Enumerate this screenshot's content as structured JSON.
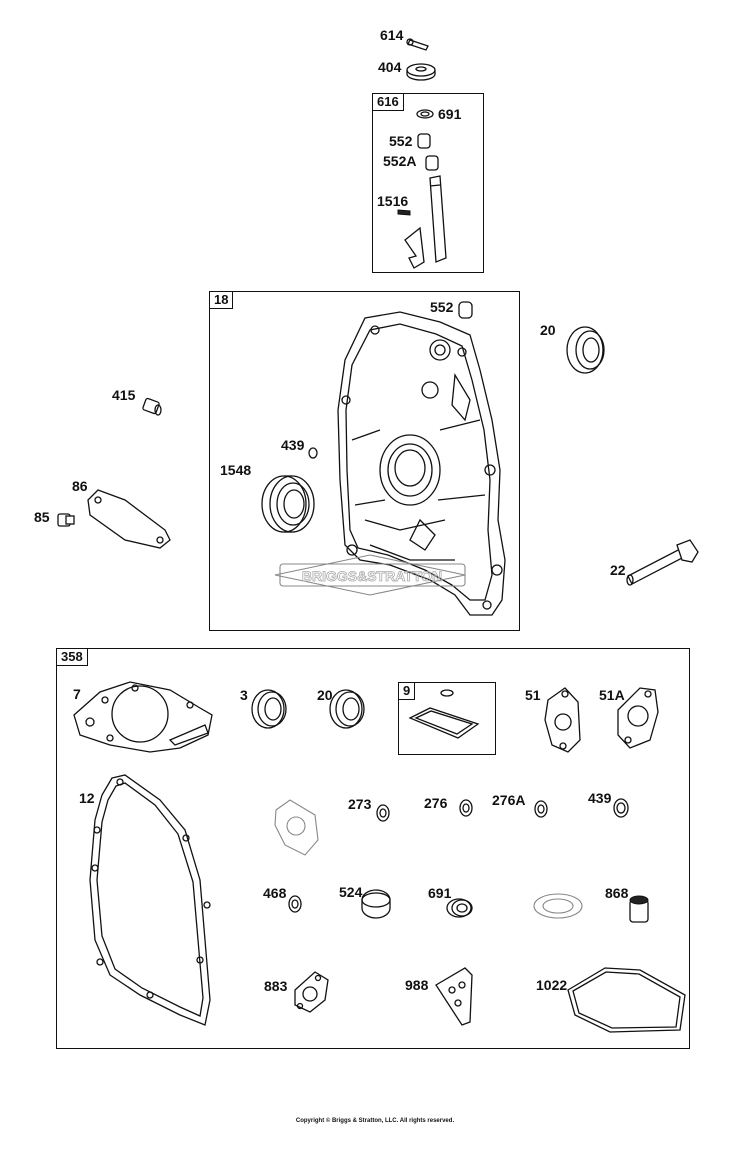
{
  "labels": {
    "p614": "614",
    "p404": "404",
    "p691a": "691",
    "p552a": "552",
    "p552A": "552A",
    "p1516": "1516",
    "p552b": "552",
    "p20a": "20",
    "p415": "415",
    "p439a": "439",
    "p1548": "1548",
    "p86": "86",
    "p85": "85",
    "p22": "22",
    "p7": "7",
    "p3": "3",
    "p20b": "20",
    "p51": "51",
    "p51A": "51A",
    "p12": "12",
    "p273": "273",
    "p276": "276",
    "p276A": "276A",
    "p439b": "439",
    "p468": "468",
    "p524": "524",
    "p691b": "691",
    "p868": "868",
    "p883": "883",
    "p988": "988",
    "p1022": "1022"
  },
  "boxes": {
    "b616": "616",
    "b18": "18",
    "b358": "358",
    "b9": "9"
  },
  "watermark": "BRIGGS&STRATTON",
  "copyright": "Copyright © Briggs & Stratton, LLC. All rights reserved."
}
